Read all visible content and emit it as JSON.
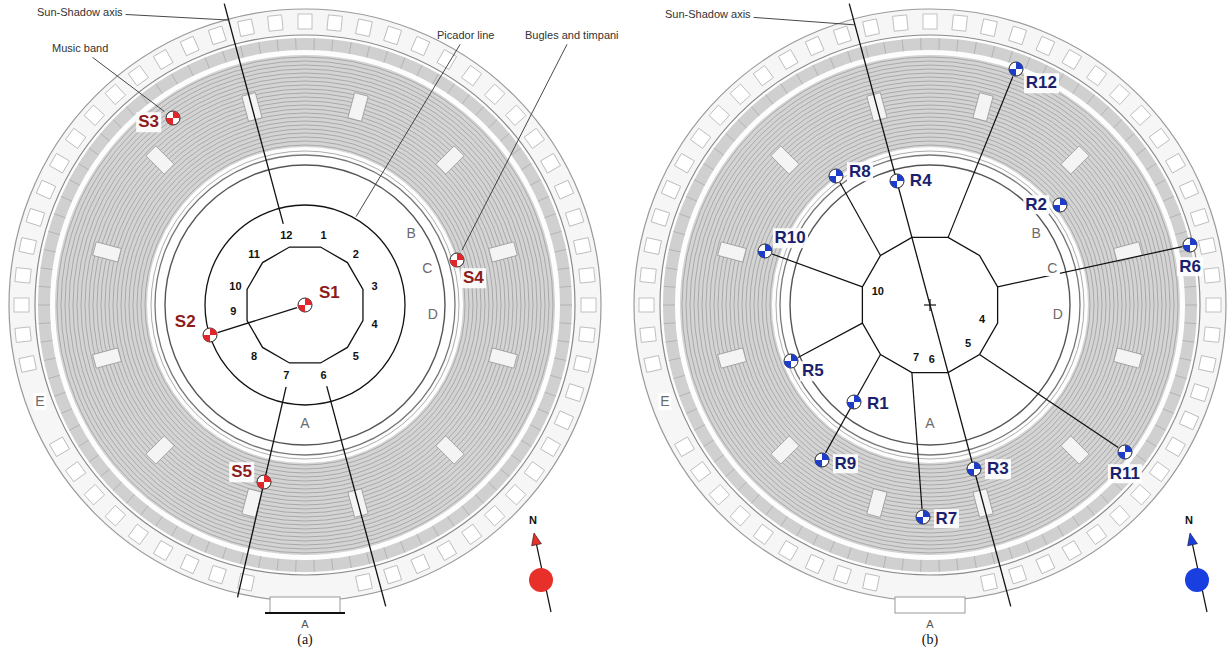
{
  "diagram": {
    "nodes": [
      {
        "text": [
          "S1"
        ]
      },
      {
        "text": [
          "S2"
        ]
      },
      {
        "text": [
          "S3"
        ]
      },
      {
        "text": [
          "S4"
        ]
      },
      {
        "text": [
          "S5"
        ]
      },
      {
        "text": [
          "R1"
        ]
      },
      {
        "text": [
          "R2"
        ]
      },
      {
        "text": [
          "R3"
        ]
      },
      {
        "text": [
          "R4"
        ]
      },
      {
        "text": [
          "R5"
        ]
      },
      {
        "text": [
          "R6"
        ]
      },
      {
        "text": [
          "R7"
        ]
      },
      {
        "text": [
          "R8"
        ]
      },
      {
        "text": [
          "R9"
        ]
      },
      {
        "text": [
          "R10"
        ]
      },
      {
        "text": [
          "R11"
        ]
      },
      {
        "text": [
          "R12"
        ]
      }
    ],
    "edges": [
      {
        "from": 0,
        "to": 1,
        "arrow": "none"
      }
    ],
    "labels": [
      "Sun-Shadow axis",
      "Music band",
      "Picador line",
      "Bugles and timpani",
      "12",
      "1",
      "2",
      "3",
      "4",
      "5",
      "6",
      "7",
      "8",
      "9",
      "10",
      "11",
      "B",
      "C",
      "D",
      "A",
      "E",
      "A",
      "N",
      "(a)",
      "Sun-Shadow axis",
      "10",
      "4",
      "5",
      "7",
      "6",
      "B",
      "C",
      "D",
      "A",
      "E",
      "A",
      "N",
      "(b)"
    ]
  }
}
